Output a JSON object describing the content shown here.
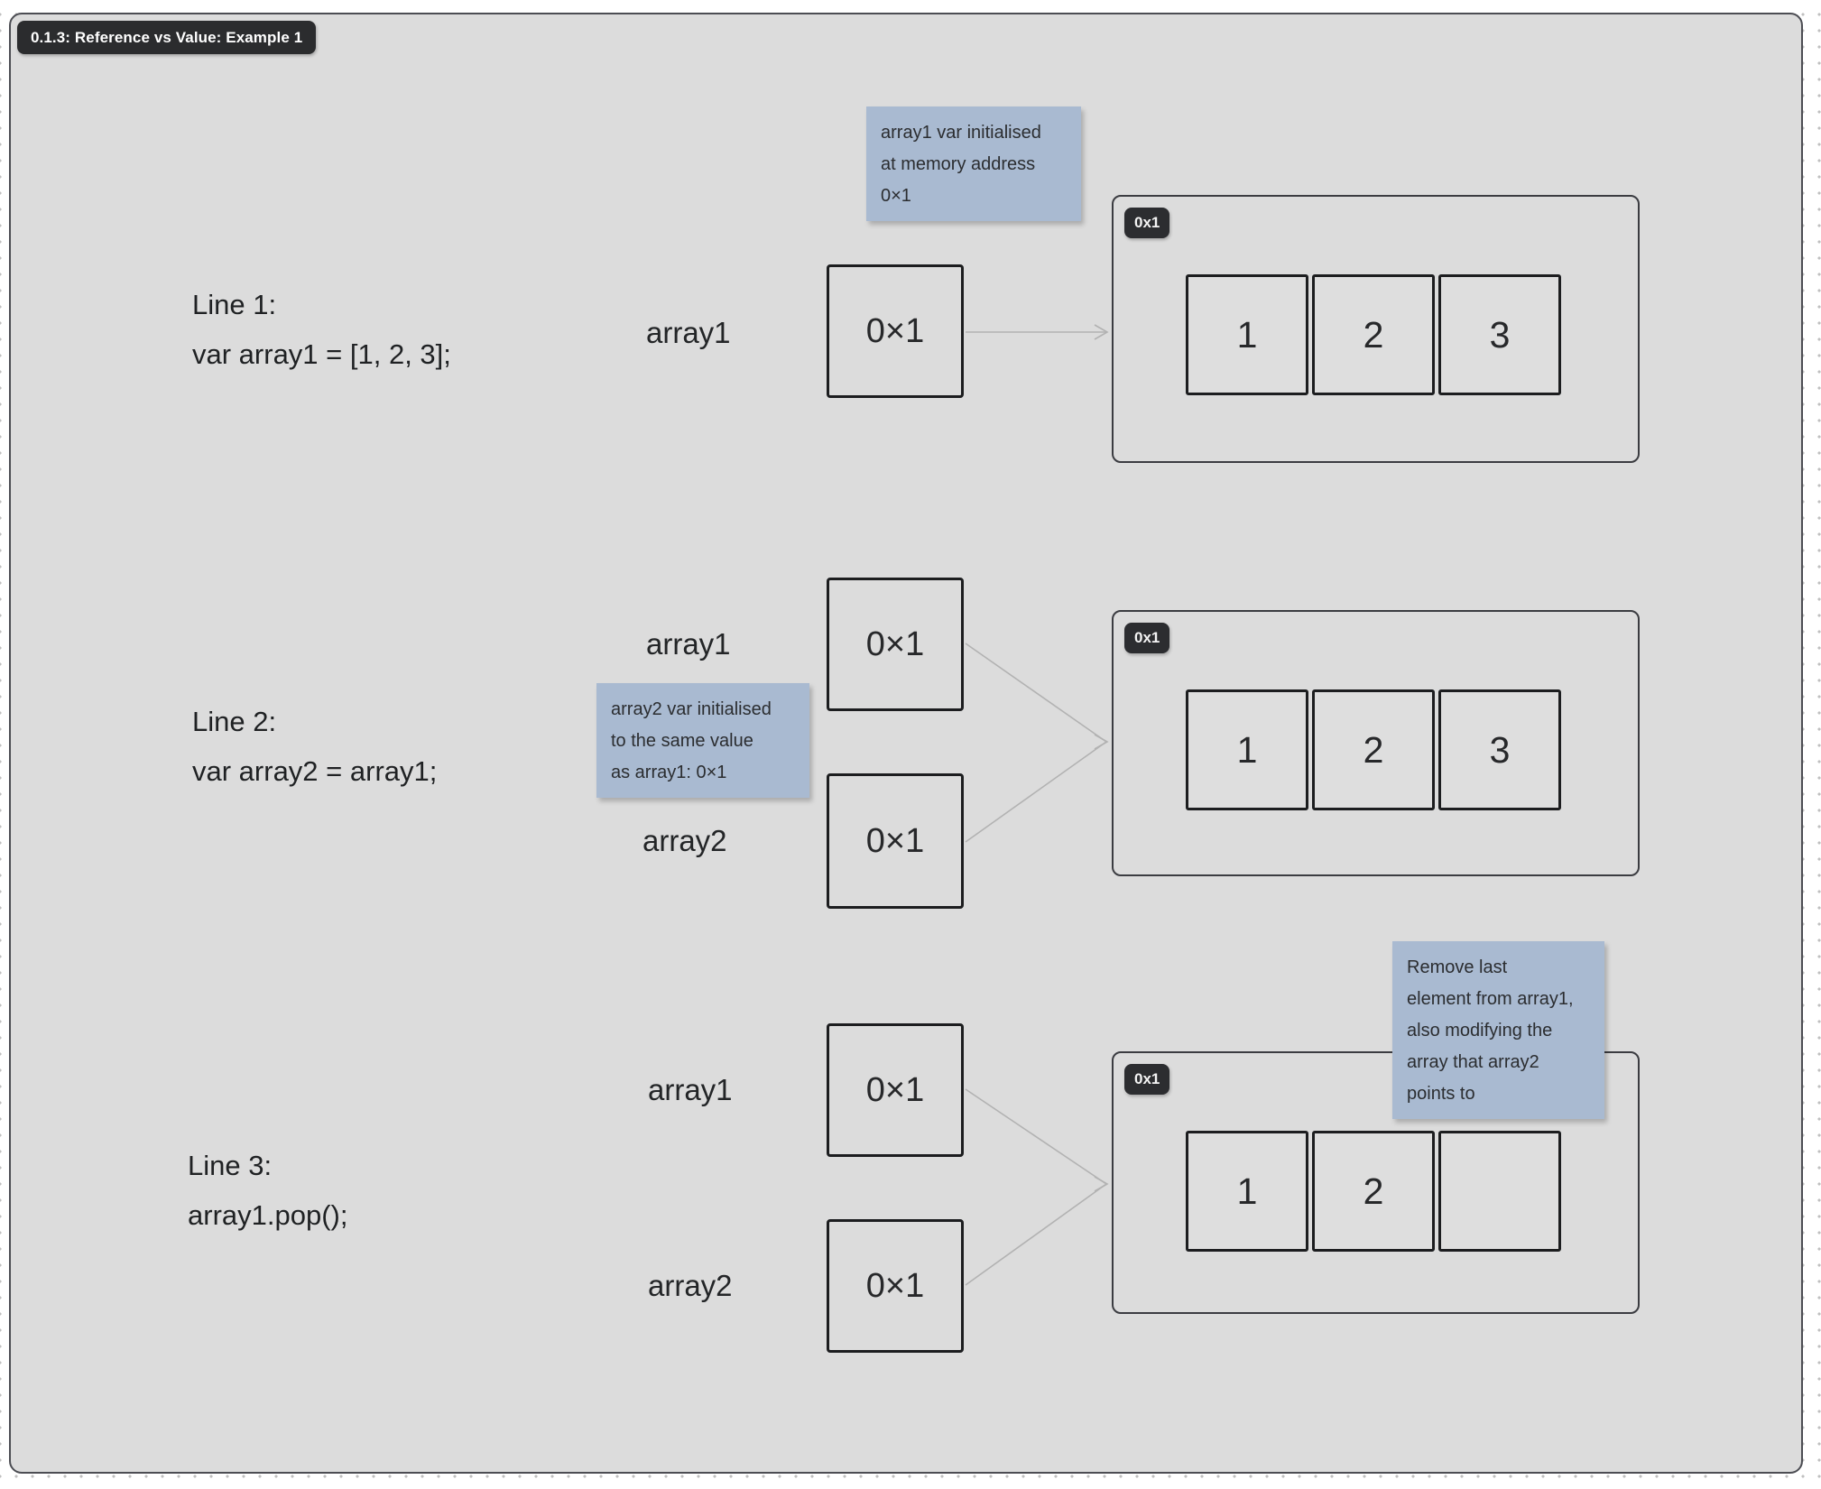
{
  "frame": {
    "title": "0.1.3: Reference vs Value: Example 1"
  },
  "colors": {
    "canvas_bg": "#dcdcdc",
    "note_bg": "#a9bad1",
    "badge_bg": "#2c2d30",
    "shape_border": "#1c1d1f",
    "arrow": "#b2b2b2"
  },
  "sections": [
    {
      "line_label": "Line 1:",
      "code": "var array1 = [1, 2, 3];",
      "note": {
        "lines": [
          "array1 var initialised",
          "at memory address",
          "0×1"
        ]
      },
      "vars": [
        {
          "name": "array1",
          "value": "0×1"
        }
      ],
      "memory": {
        "address": "0x1",
        "cells": [
          "1",
          "2",
          "3"
        ]
      }
    },
    {
      "line_label": "Line 2:",
      "code": "var array2 = array1;",
      "note": {
        "lines": [
          "array2 var initialised",
          "to the same value",
          "as array1: 0×1"
        ]
      },
      "vars": [
        {
          "name": "array1",
          "value": "0×1"
        },
        {
          "name": "array2",
          "value": "0×1"
        }
      ],
      "memory": {
        "address": "0x1",
        "cells": [
          "1",
          "2",
          "3"
        ]
      }
    },
    {
      "line_label": "Line 3:",
      "code": "array1.pop();",
      "note": {
        "lines": [
          "Remove last",
          "element from array1,",
          "also modifying the",
          "array that array2",
          "points to"
        ]
      },
      "vars": [
        {
          "name": "array1",
          "value": "0×1"
        },
        {
          "name": "array2",
          "value": "0×1"
        }
      ],
      "memory": {
        "address": "0x1",
        "cells": [
          "1",
          "2",
          ""
        ]
      }
    }
  ]
}
